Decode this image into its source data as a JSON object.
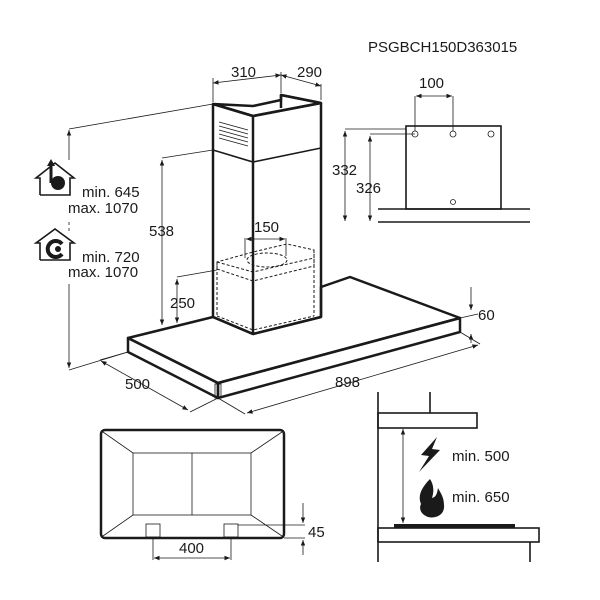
{
  "model_code": "PSGBCH150D363015",
  "dimensions": {
    "chimney_width": "310",
    "chimney_depth": "290",
    "upper_chimney_height": "538",
    "lower_chimney_height": "250",
    "outlet_diameter": "150",
    "hood_depth": "500",
    "hood_width": "898",
    "hood_thickness": "60",
    "bracket_hole_spacing": "100",
    "bracket_height_outer": "332",
    "bracket_height_inner": "326",
    "filter_offset": "45",
    "filter_spacing": "400"
  },
  "height_ranges": {
    "extraction": {
      "icon": "house-extraction-icon",
      "min": "min. 645",
      "max": "max. 1070"
    },
    "recirculation": {
      "icon": "house-recirculation-icon",
      "min": "min. 720",
      "max": "max. 1070"
    }
  },
  "clearances": {
    "electric": {
      "icon": "lightning-icon",
      "label": "min. 500"
    },
    "gas": {
      "icon": "flame-icon",
      "label": "min. 650"
    }
  }
}
